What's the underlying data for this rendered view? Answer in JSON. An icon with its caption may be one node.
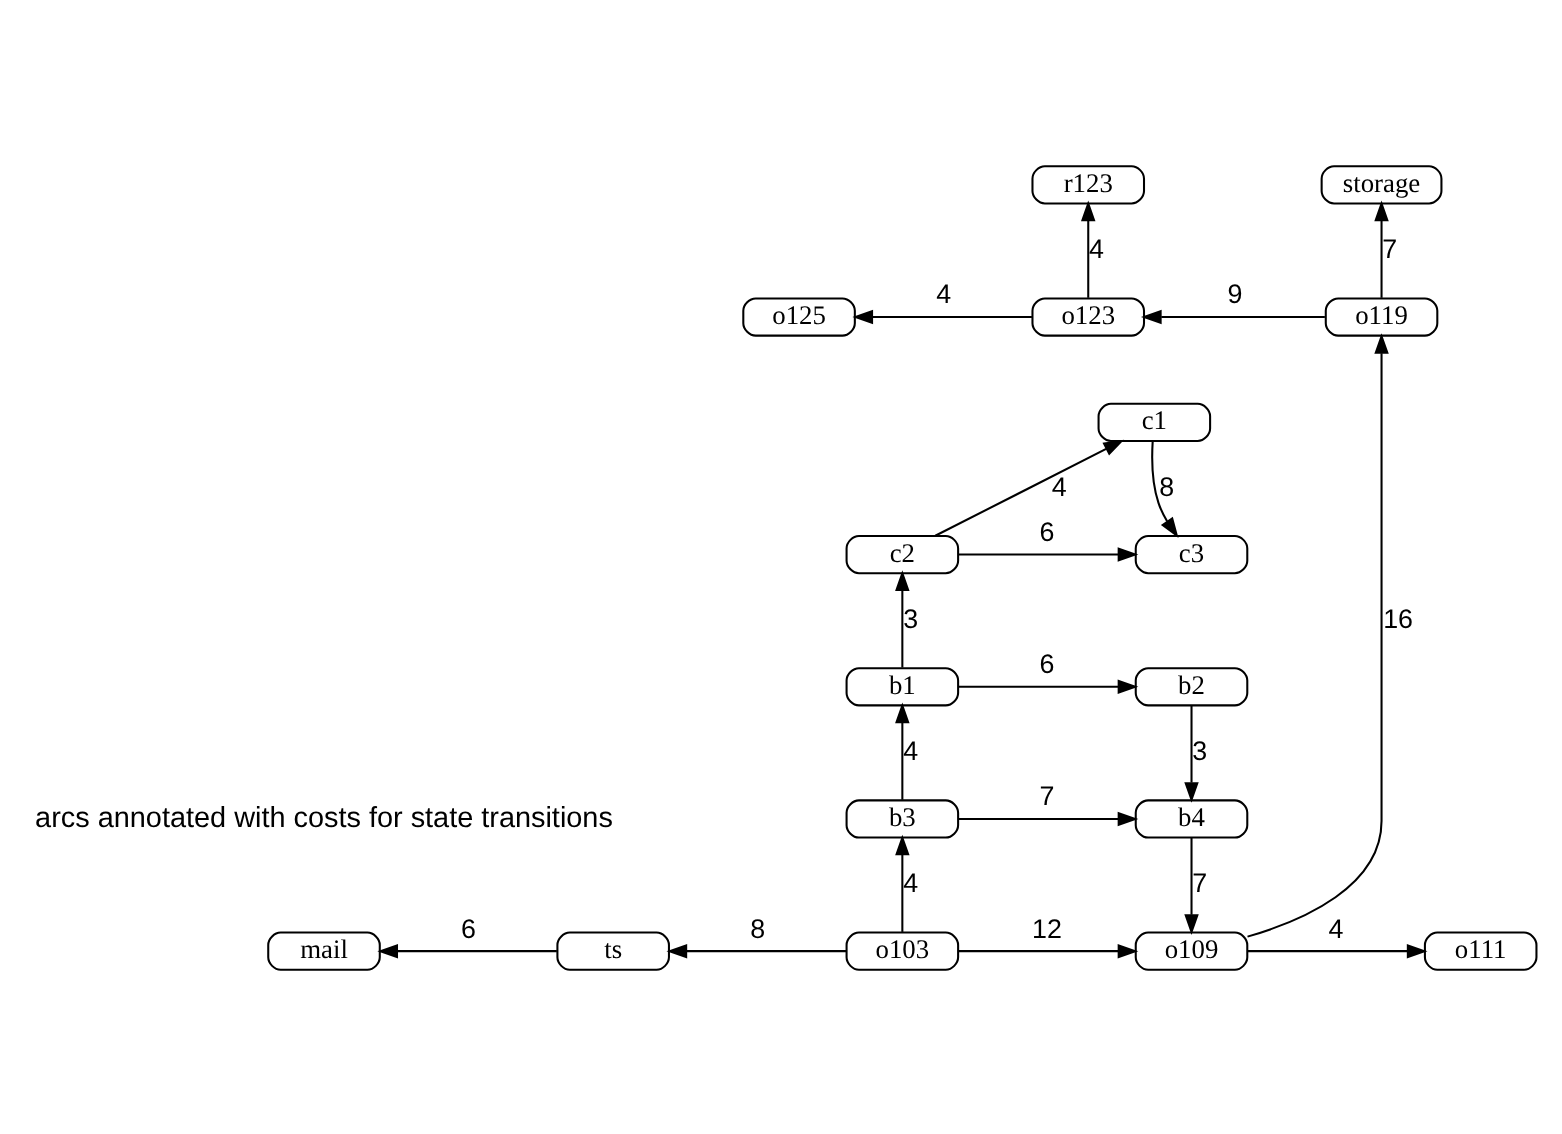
{
  "diagram": {
    "nodes": [
      {
        "text": [
          "r123"
        ]
      },
      {
        "text": [
          "storage"
        ]
      },
      {
        "text": [
          "o125"
        ]
      },
      {
        "text": [
          "o123"
        ]
      },
      {
        "text": [
          "o119"
        ]
      },
      {
        "text": [
          "c1"
        ]
      },
      {
        "text": [
          "c2"
        ]
      },
      {
        "text": [
          "c3"
        ]
      },
      {
        "text": [
          "b1"
        ]
      },
      {
        "text": [
          "b2"
        ]
      },
      {
        "text": [
          "b3"
        ]
      },
      {
        "text": [
          "b4"
        ]
      },
      {
        "text": [
          "mail"
        ]
      },
      {
        "text": [
          "ts"
        ]
      },
      {
        "text": [
          "o103"
        ]
      },
      {
        "text": [
          "o109"
        ]
      },
      {
        "text": [
          "o111"
        ]
      }
    ],
    "edges": [
      {
        "from": 3,
        "to": 0,
        "arrow": "to",
        "label": "4"
      },
      {
        "from": 3,
        "to": 2,
        "arrow": "to",
        "label": "4"
      },
      {
        "from": 4,
        "to": 3,
        "arrow": "to",
        "label": "9"
      },
      {
        "from": 4,
        "to": 1,
        "arrow": "to",
        "label": "7"
      },
      {
        "from": 6,
        "to": 5,
        "arrow": "to",
        "label": "4"
      },
      {
        "from": 5,
        "to": 7,
        "arrow": "to",
        "label": "8"
      },
      {
        "from": 6,
        "to": 7,
        "arrow": "to",
        "label": "6"
      },
      {
        "from": 8,
        "to": 6,
        "arrow": "to",
        "label": "3"
      },
      {
        "from": 8,
        "to": 9,
        "arrow": "to",
        "label": "6"
      },
      {
        "from": 9,
        "to": 11,
        "arrow": "to",
        "label": "3"
      },
      {
        "from": 10,
        "to": 8,
        "arrow": "to",
        "label": "4"
      },
      {
        "from": 10,
        "to": 11,
        "arrow": "to",
        "label": "7"
      },
      {
        "from": 11,
        "to": 15,
        "arrow": "to",
        "label": "7"
      },
      {
        "from": 14,
        "to": 10,
        "arrow": "to",
        "label": "4"
      },
      {
        "from": 14,
        "to": 13,
        "arrow": "to",
        "label": "8"
      },
      {
        "from": 13,
        "to": 12,
        "arrow": "to",
        "label": "6"
      },
      {
        "from": 14,
        "to": 15,
        "arrow": "to",
        "label": "12"
      },
      {
        "from": 15,
        "to": 4,
        "arrow": "to",
        "label": "16"
      },
      {
        "from": 15,
        "to": 16,
        "arrow": "to",
        "label": "4"
      }
    ],
    "labels": [
      "arcs annotated with costs for state transitions"
    ]
  }
}
